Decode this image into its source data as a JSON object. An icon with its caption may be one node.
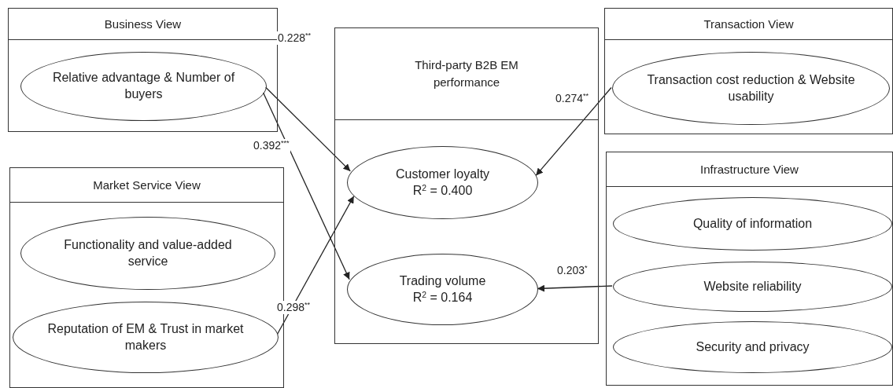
{
  "diagram": {
    "nodes": [
      {
        "text": [
          "Business View"
        ]
      },
      {
        "text": [
          "Relative advantage & Number of buyers"
        ],
        "in": 0
      },
      {
        "text": [
          "Market Service View"
        ]
      },
      {
        "text": [
          "Functionality and value-added service"
        ],
        "in": 2
      },
      {
        "text": [
          "Reputation of EM & Trust in market makers"
        ],
        "in": 2
      },
      {
        "text": [
          "Third-party B2B EM performance"
        ]
      },
      {
        "text": [
          "Customer loyalty",
          "R$^{2}$ = 0.400"
        ],
        "in": 5
      },
      {
        "text": [
          "Trading volume",
          "R$^{2}$ = 0.164"
        ],
        "in": 5
      },
      {
        "text": [
          "Transaction View"
        ]
      },
      {
        "text": [
          "Transaction cost reduction & Website usability"
        ],
        "in": 8
      },
      {
        "text": [
          "Infrastructure View"
        ]
      },
      {
        "text": [
          "Quality of information"
        ],
        "in": 10
      },
      {
        "text": [
          "Website reliability"
        ],
        "in": 10
      },
      {
        "text": [
          "Security and privacy"
        ],
        "in": 10
      }
    ],
    "edges": [
      {
        "from": 1,
        "to": 6,
        "arrow": "to",
        "label": "0.228$^{**}$"
      },
      {
        "from": 1,
        "to": 7,
        "arrow": "to",
        "label": "0.392$^{***}$"
      },
      {
        "from": 4,
        "to": 6,
        "arrow": "to",
        "label": "0.298$^{**}$"
      },
      {
        "from": 9,
        "to": 6,
        "arrow": "to",
        "label": "0.274$^{**}$"
      },
      {
        "from": 12,
        "to": 7,
        "arrow": "to",
        "label": "0.203$^{*}$"
      }
    ]
  }
}
